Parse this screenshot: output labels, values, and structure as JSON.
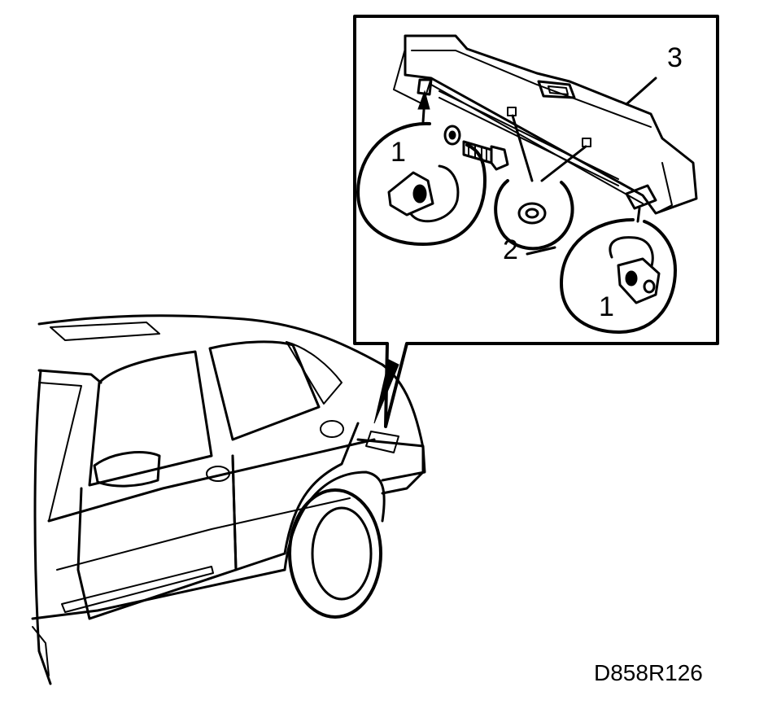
{
  "diagram": {
    "callouts": {
      "eye_left": "1",
      "eye_right": "1",
      "nut": "2",
      "panel": "3"
    },
    "reference_code": "D858R126",
    "colors": {
      "line": "#000000",
      "background": "#ffffff"
    }
  }
}
